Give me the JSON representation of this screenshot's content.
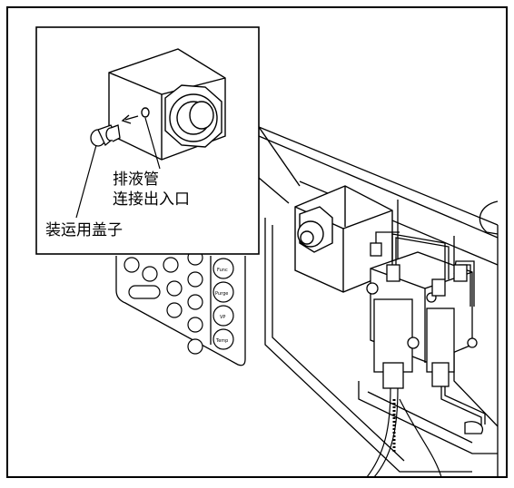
{
  "callouts": {
    "drain_port_line1": "排液管",
    "drain_port_line2": "连接出入口",
    "shipping_cap": "装运用盖子"
  },
  "keypad_labels": [
    "Func",
    "Purge",
    "VP",
    "Temp"
  ],
  "colors": {
    "line": "#000000",
    "background": "#ffffff",
    "shade": "#d9d9d9"
  }
}
